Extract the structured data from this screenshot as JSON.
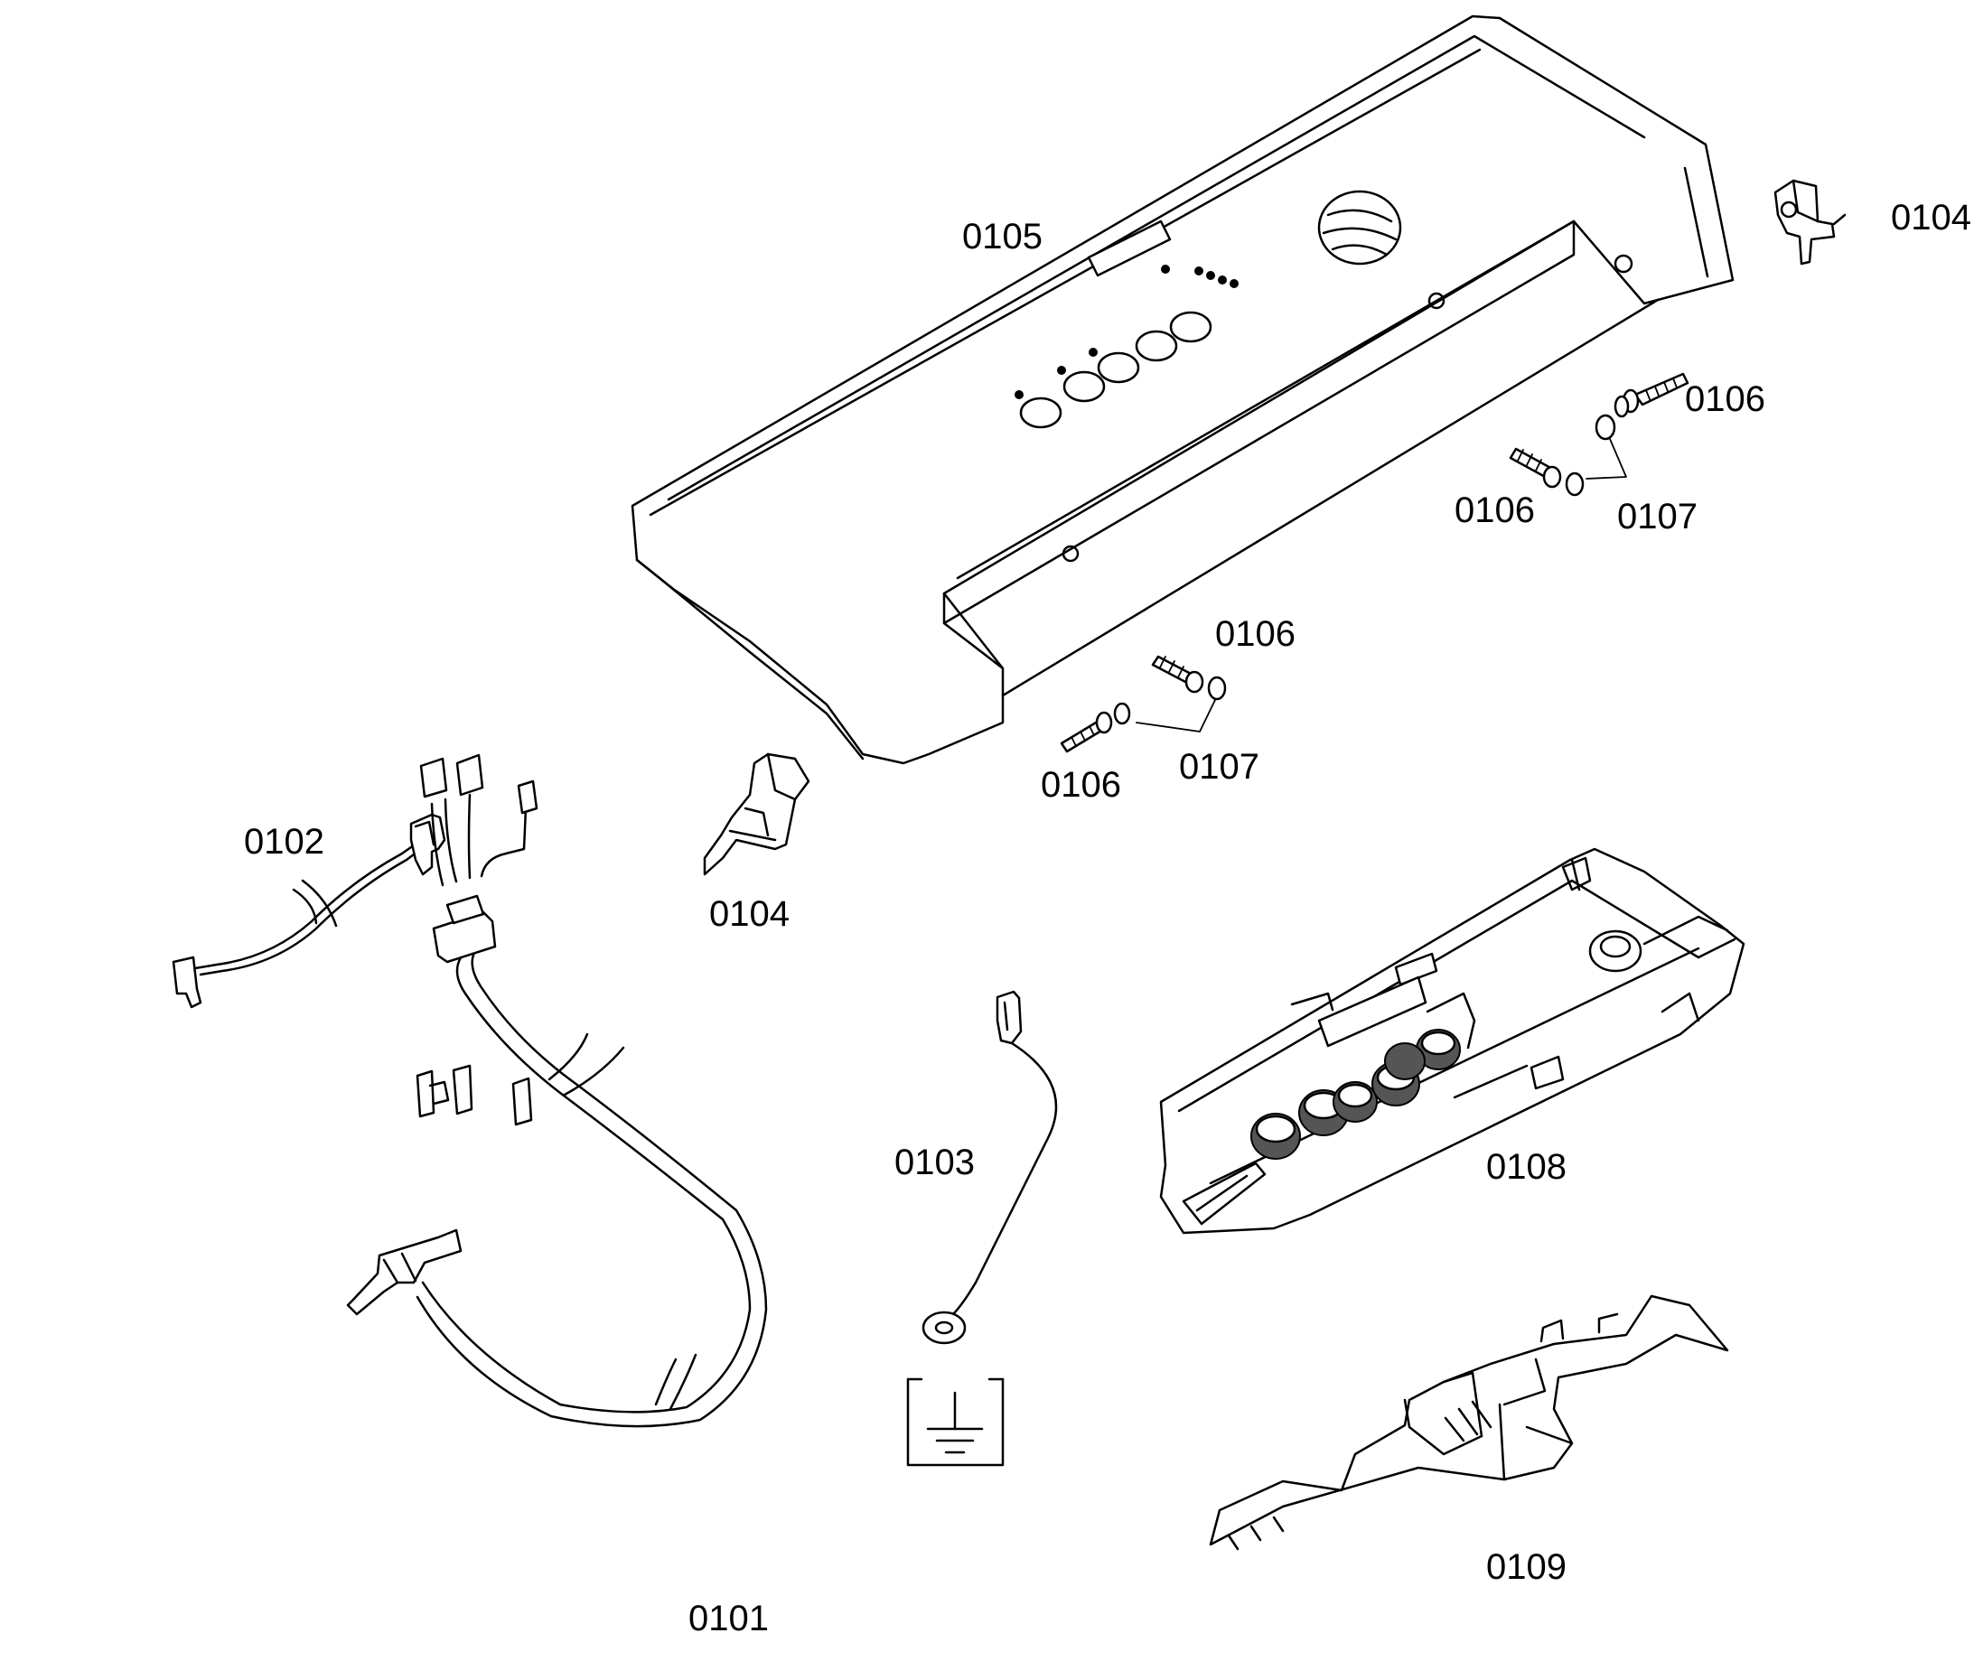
{
  "labels": {
    "control_panel": "0105",
    "end_cap_right": "0104",
    "end_cap_left": "0104",
    "screw_1": "0106",
    "screw_2": "0106",
    "screw_3": "0106",
    "screw_4": "0106",
    "washer_1": "0107",
    "washer_2": "0107",
    "wire_harness": "0102",
    "ground_wire": "0103",
    "power_cord": "0101",
    "control_board": "0108",
    "bracket": "0109"
  }
}
